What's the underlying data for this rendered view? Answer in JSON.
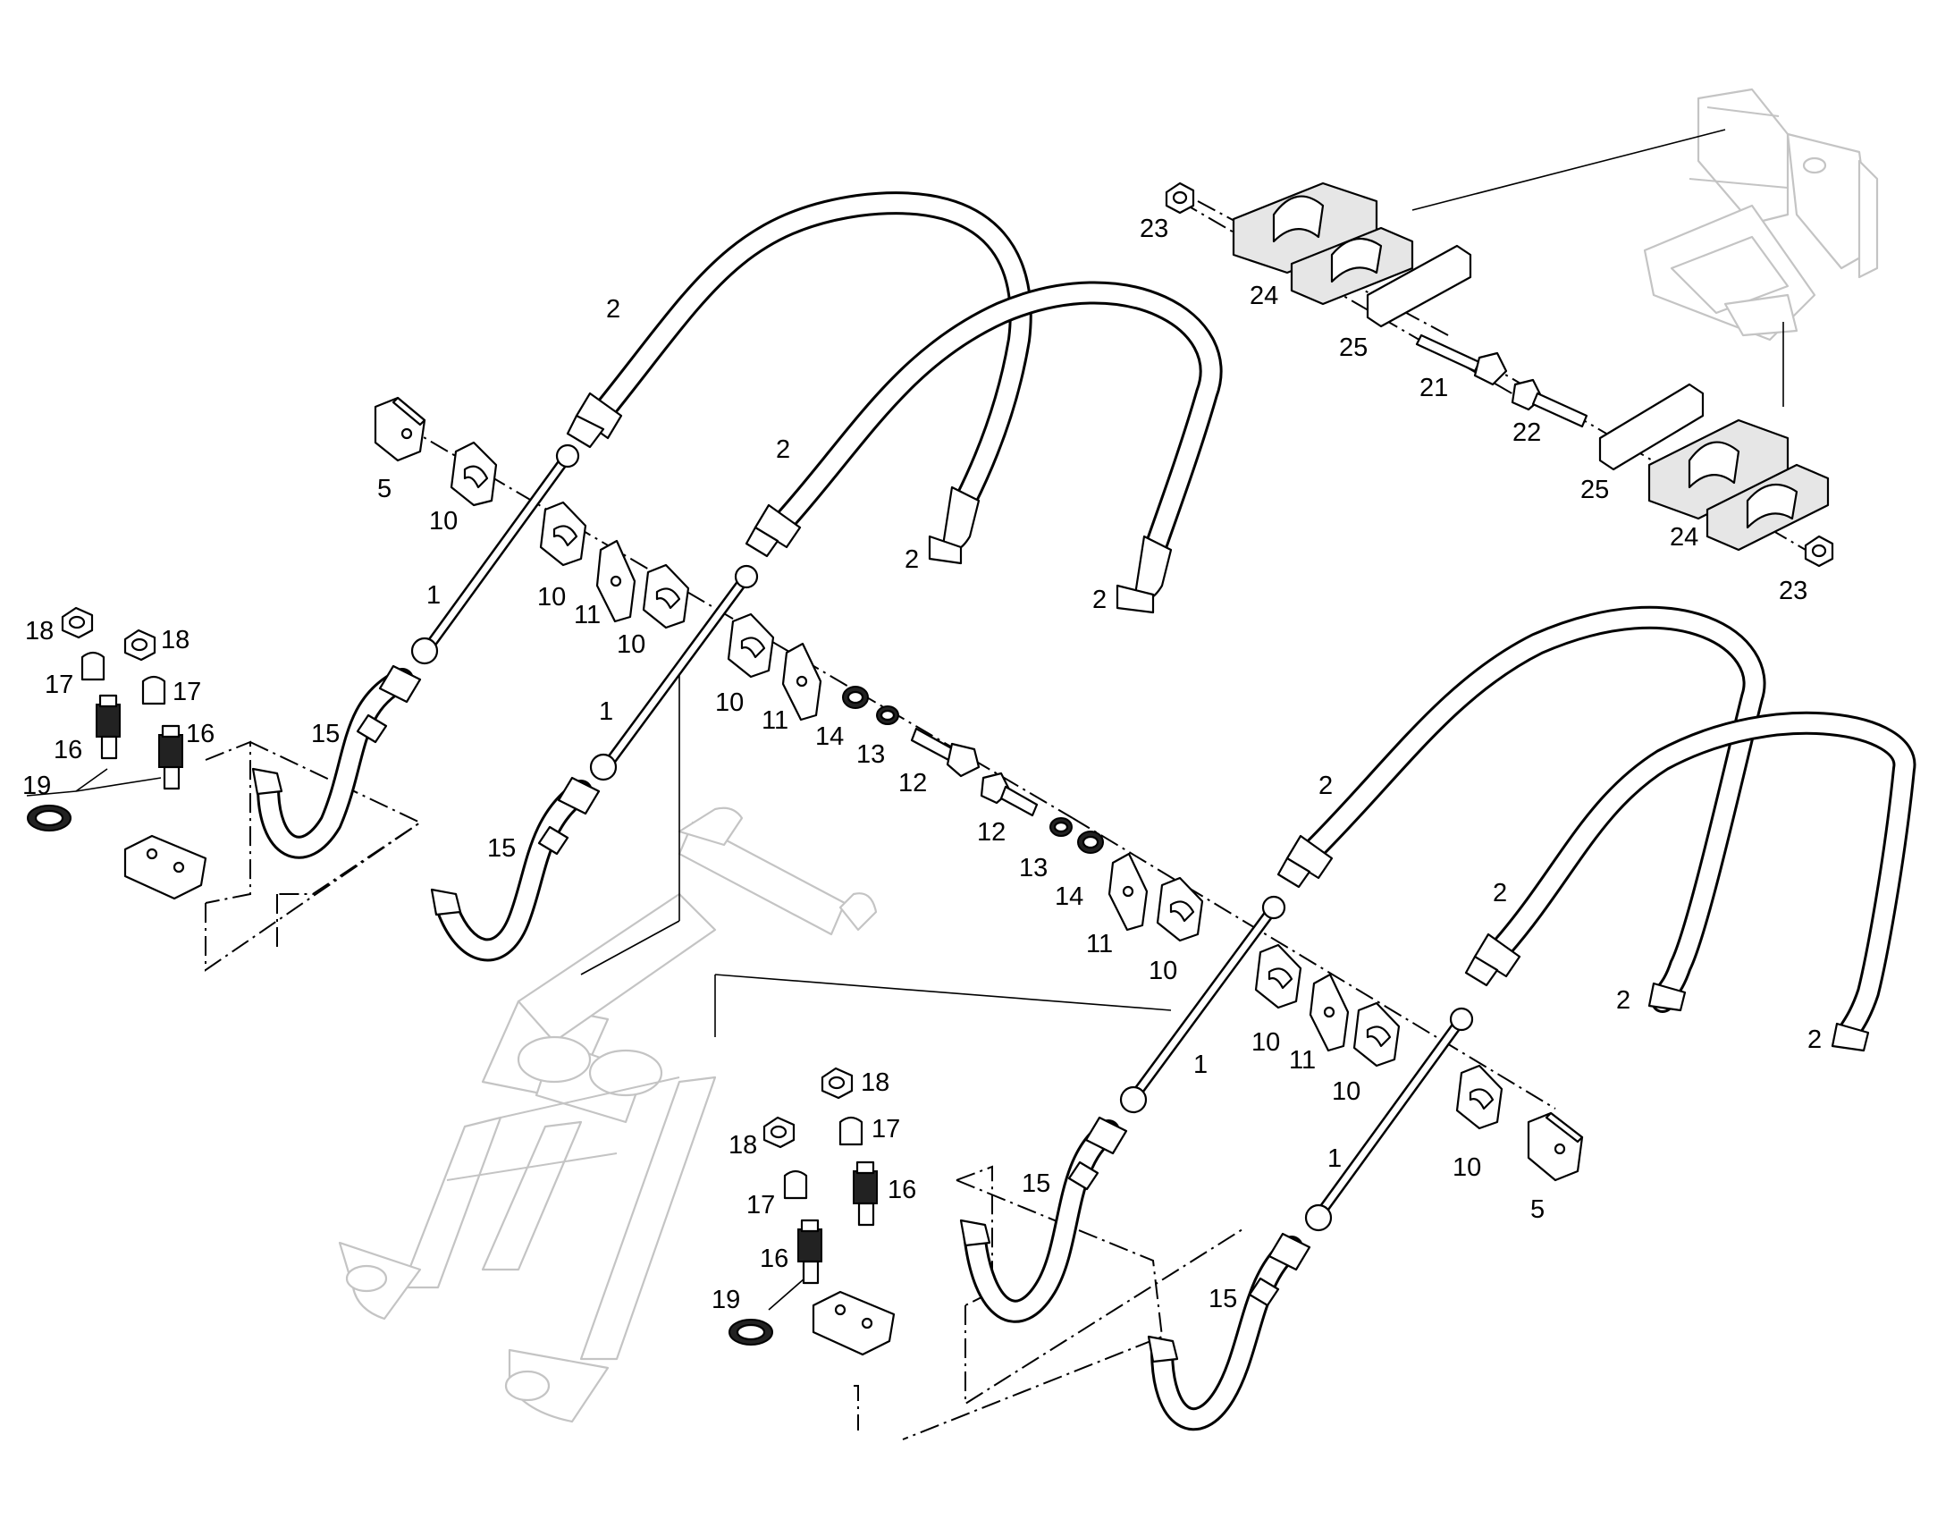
{
  "callouts": {
    "c1a": "1",
    "c1b": "1",
    "c1c": "1",
    "c1d": "1",
    "c2a": "2",
    "c2b": "2",
    "c2c": "2",
    "c2d": "2",
    "c2e": "2",
    "c2f": "2",
    "c2g": "2",
    "c2h": "2",
    "c5a": "5",
    "c5b": "5",
    "c10a": "10",
    "c10b": "10",
    "c10c": "10",
    "c10d": "10",
    "c10e": "10",
    "c10f": "10",
    "c10g": "10",
    "c10h": "10",
    "c11a": "11",
    "c11b": "11",
    "c11c": "11",
    "c11d": "11",
    "c12a": "12",
    "c12b": "12",
    "c13a": "13",
    "c13b": "13",
    "c14a": "14",
    "c14b": "14",
    "c15a": "15",
    "c15b": "15",
    "c15c": "15",
    "c15d": "15",
    "c16a": "16",
    "c16b": "16",
    "c16c": "16",
    "c16d": "16",
    "c17a": "17",
    "c17b": "17",
    "c17c": "17",
    "c17d": "17",
    "c18a": "18",
    "c18b": "18",
    "c18c": "18",
    "c18d": "18",
    "c19a": "19",
    "c19b": "19",
    "c21": "21",
    "c22": "22",
    "c23a": "23",
    "c23b": "23",
    "c24a": "24",
    "c24b": "24",
    "c25a": "25",
    "c25b": "25"
  }
}
